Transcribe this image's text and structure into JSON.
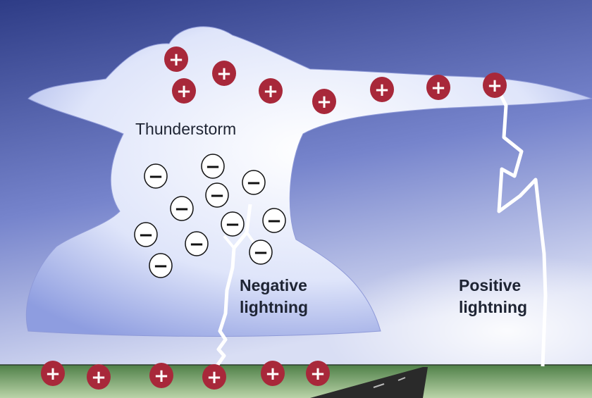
{
  "labels": {
    "thunderstorm": "Thunderstorm",
    "negative_line1": "Negative",
    "negative_line2": "lightning",
    "positive_line1": "Positive",
    "positive_line2": "lightning"
  },
  "symbols": {
    "positive": "+",
    "negative": "−"
  },
  "colors": {
    "sky_top": "#2e3c86",
    "sky_bottom": "#c9d0ee",
    "positive_charge": "#a8283a",
    "ground": "#6f9a66",
    "cloud": "#e6ebfb"
  }
}
